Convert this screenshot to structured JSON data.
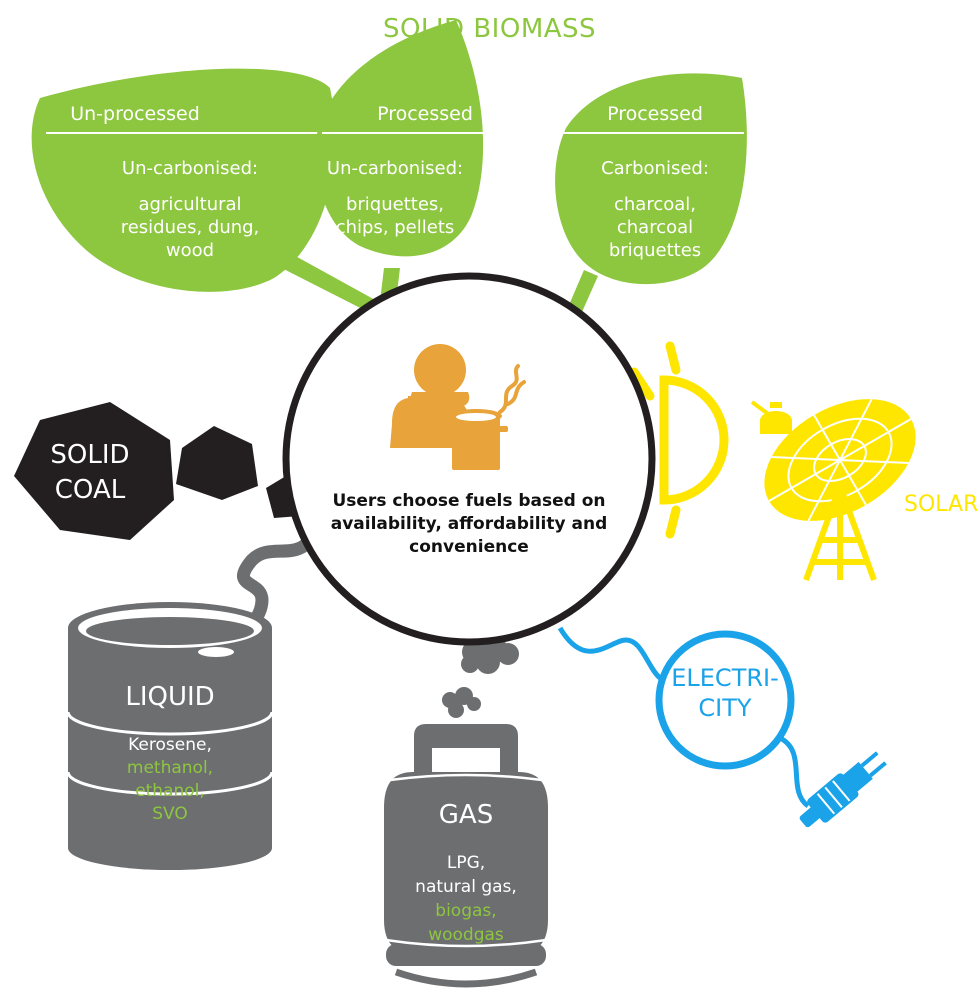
{
  "title": "SOLID BIOMASS",
  "leaves": [
    {
      "header": "Un-processed",
      "line1": "Un-carbonised:",
      "line2": "agricultural",
      "line3": "residues, dung,",
      "line4": "wood"
    },
    {
      "header": "Processed",
      "line1": "Un-carbonised:",
      "line2": "briquettes,",
      "line3": "chips, pellets"
    },
    {
      "header": "Processed",
      "line1": "Carbonised:",
      "line2": "charcoal,",
      "line3": "charcoal",
      "line4": "briquettes"
    }
  ],
  "center": {
    "line1": "Users choose fuels based on",
    "line2": "availability, affordability and",
    "line3": "convenience"
  },
  "coal": {
    "line1": "SOLID",
    "line2": "COAL"
  },
  "liquid": {
    "title": "LIQUID",
    "item1": "Kerosene,",
    "item2": "methanol,",
    "item3": "ethanol,",
    "item4": "SVO"
  },
  "gas": {
    "title": "GAS",
    "item1": "LPG,",
    "item2": "natural gas,",
    "item3": "biogas,",
    "item4": "woodgas"
  },
  "solar": {
    "label": "SOLAR"
  },
  "electricity": {
    "line1": "ELECTRI-",
    "line2": "CITY"
  },
  "colors": {
    "biomass_green": "#8dc63f",
    "user_orange": "#e8a33a",
    "solar_yellow": "#ffe600",
    "electric_blue": "#1aa3e8",
    "fossil_gray": "#6d6e70",
    "coal_black": "#231f20"
  }
}
